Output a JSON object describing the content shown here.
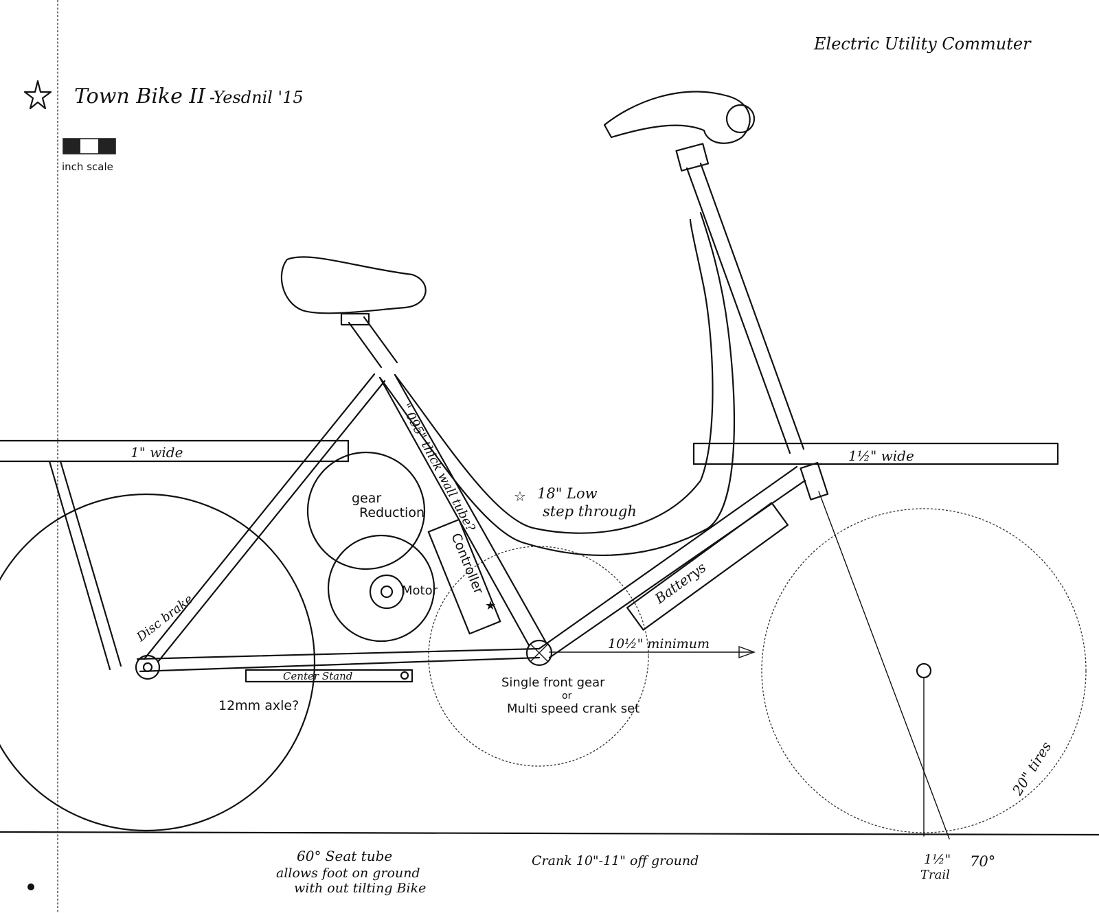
{
  "header": {
    "subtitle": "Electric Utility Commuter",
    "title": "Town Bike II",
    "signature": "-Yesdnil '15",
    "scale_label": "inch scale"
  },
  "annotations": {
    "rear_rack": "1\" wide",
    "front_rack": "1½\" wide",
    "tube": "\".095\" thick wall tube?",
    "step_through": [
      "18\" Low",
      "step through"
    ],
    "gear": [
      "gear",
      "Reduction"
    ],
    "motor": "Motor",
    "controller": "Controller",
    "batteries": "Batterys",
    "disc_brake": "Disc brake",
    "center_stand": "Center Stand",
    "axle": "12mm axle?",
    "minimum": "10½\" minimum",
    "crank_options": [
      "Single front gear",
      "or",
      "Multi speed crank set"
    ],
    "tires": "20\" tires",
    "seat_tube": [
      "60° Seat tube",
      "allows foot on ground",
      "with out tilting Bike"
    ],
    "crank_height": "Crank 10\"-11\" off ground",
    "trail": [
      "1½\"",
      "Trail"
    ],
    "head_angle": "70°"
  },
  "colors": {
    "ink": "#111111",
    "paper": "#ffffff"
  }
}
